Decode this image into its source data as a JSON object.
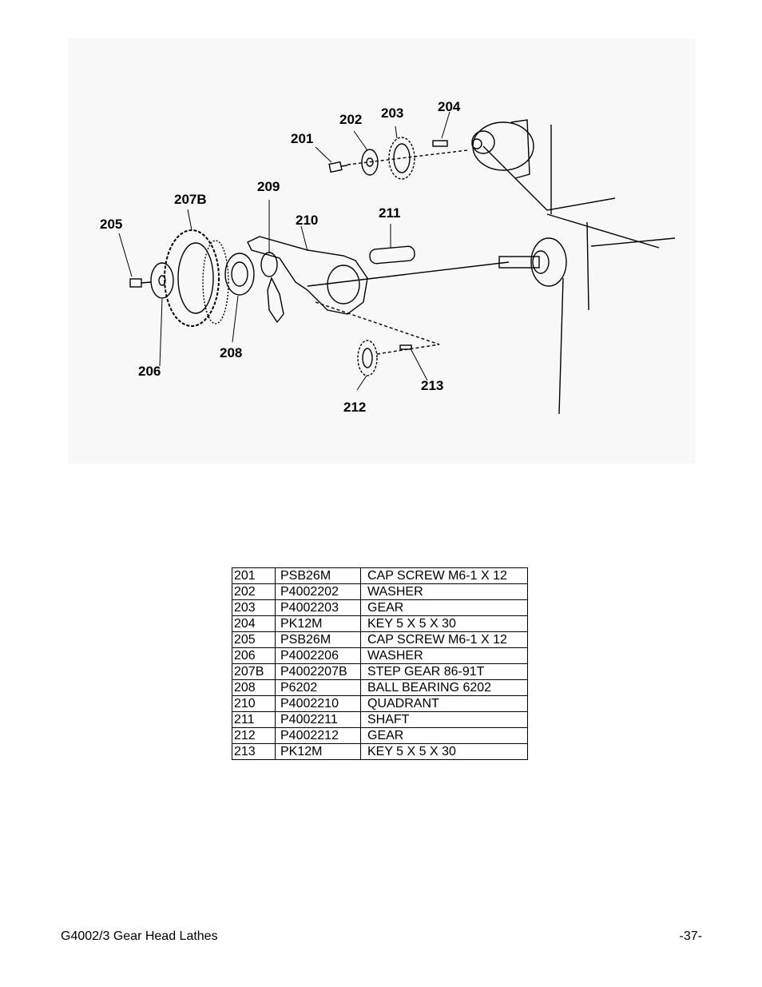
{
  "diagram": {
    "callouts": [
      "201",
      "202",
      "203",
      "204",
      "205",
      "206",
      "207B",
      "208",
      "209",
      "210",
      "211",
      "212",
      "213"
    ]
  },
  "parts_table": {
    "rows": [
      {
        "ref": "201",
        "part": "PSB26M",
        "description": "CAP SCREW M6-1 X 12"
      },
      {
        "ref": "202",
        "part": "P4002202",
        "description": "WASHER"
      },
      {
        "ref": "203",
        "part": "P4002203",
        "description": "GEAR"
      },
      {
        "ref": "204",
        "part": "PK12M",
        "description": "KEY 5 X 5 X 30"
      },
      {
        "ref": "205",
        "part": "PSB26M",
        "description": "CAP SCREW M6-1 X 12"
      },
      {
        "ref": "206",
        "part": "P4002206",
        "description": "WASHER"
      },
      {
        "ref": "207B",
        "part": "P4002207B",
        "description": "STEP GEAR 86-91T"
      },
      {
        "ref": "208",
        "part": "P6202",
        "description": "BALL BEARING 6202"
      },
      {
        "ref": "210",
        "part": "P4002210",
        "description": "QUADRANT"
      },
      {
        "ref": "211",
        "part": "P4002211",
        "description": "SHAFT"
      },
      {
        "ref": "212",
        "part": "P4002212",
        "description": "GEAR"
      },
      {
        "ref": "213",
        "part": "PK12M",
        "description": "KEY 5 X 5 X 30"
      }
    ]
  },
  "footer": {
    "left": "G4002/3 Gear Head Lathes",
    "right": "-37-"
  }
}
